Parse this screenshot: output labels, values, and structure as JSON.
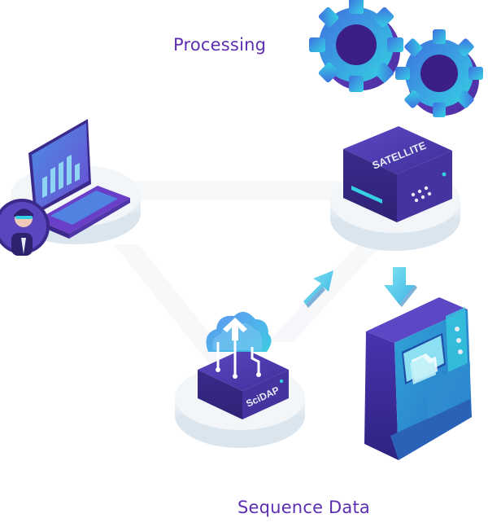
{
  "labels": {
    "processing": "Processing",
    "sequence_data": "Sequence Data"
  },
  "device_labels": {
    "satellite": "SATELLITE",
    "scidap": "SciDAP"
  },
  "colors": {
    "label_purple": "#5b2fb0",
    "device_dark": "#3d2a8c",
    "device_mid": "#4f3bb0",
    "accent_cyan": "#36d0e4",
    "accent_blue": "#3b6ee0",
    "platform": "#e9f0f6"
  },
  "icons": [
    "laptop-icon",
    "user-avatar-icon",
    "gear-icon",
    "satellite-server-icon",
    "cloud-upload-icon",
    "sequencer-machine-icon",
    "arrow-up-right-icon",
    "arrow-down-icon"
  ]
}
